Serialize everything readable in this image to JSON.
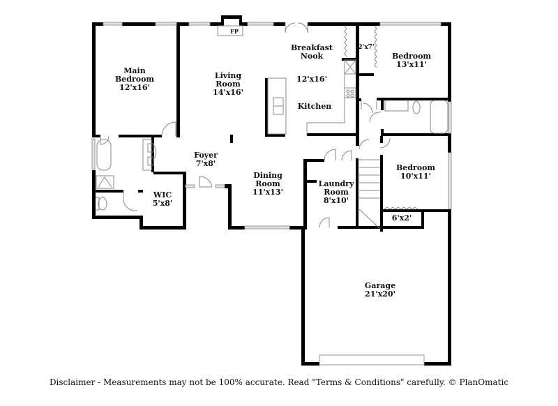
{
  "rooms": {
    "main_bedroom": {
      "name_1": "Main",
      "name_2": "Bedroom",
      "dim": "12'x16'"
    },
    "living_room": {
      "name_1": "Living",
      "name_2": "Room",
      "dim": "14'x16'"
    },
    "fireplace": {
      "label": "FP"
    },
    "breakfast_nook": {
      "name_1": "Breakfast",
      "name_2": "Nook",
      "dim": "12'x16'"
    },
    "kitchen": {
      "name": "Kitchen"
    },
    "closet_2x7": {
      "dim": "2'x7'"
    },
    "bedroom_upper": {
      "name": "Bedroom",
      "dim": "13'x11'"
    },
    "foyer": {
      "name": "Foyer",
      "dim": "7'x8'"
    },
    "wic": {
      "name": "WIC",
      "dim": "5'x8'"
    },
    "dining_room": {
      "name_1": "Dining",
      "name_2": "Room",
      "dim": "11'x13'"
    },
    "laundry_room": {
      "name_1": "Laundry",
      "name_2": "Room",
      "dim": "8'x10'"
    },
    "bedroom_lower": {
      "name": "Bedroom",
      "dim": "10'x11'"
    },
    "closet_6x2": {
      "dim": "6'x2'"
    },
    "garage": {
      "name": "Garage",
      "dim": "21'x20'"
    }
  },
  "footer": {
    "disclaimer": "Disclaimer - Measurements may not be 100% accurate. Read \"Terms & Conditions\" carefully. © PlanOmatic"
  },
  "colors": {
    "wall": "#000000",
    "window": "#d9d9d9",
    "fixture": "#9a9a9a"
  }
}
